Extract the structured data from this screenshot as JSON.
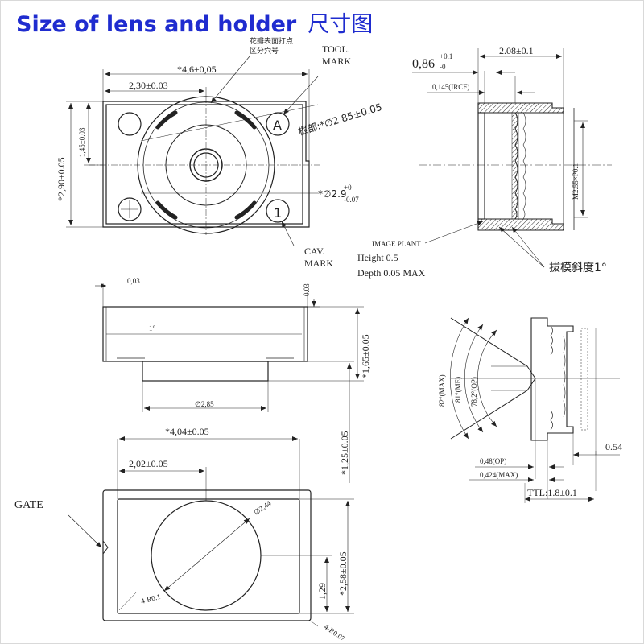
{
  "title": {
    "main": "Size of lens and holder",
    "cn": "尺寸图"
  },
  "colors": {
    "title": "#1f2ccf",
    "line": "#222222"
  },
  "top_view": {
    "width_dim": "*4,6±0,05",
    "half_width_dim": "2,30±0.03",
    "height_dim": "*2,90±0.05",
    "offset_dim": "1,45±0.03",
    "note_cn_1": "花瓣表面打点",
    "note_cn_2": "区分穴号",
    "tool_mark_1": "TOOL.",
    "tool_mark_2": "MARK",
    "root_dia": "根部:*∅2.85±0.05",
    "bore_dia": "*∅2.9",
    "bore_tol_up": "+0",
    "bore_tol_dn": "-0.07",
    "cav_mark_1": "CAV.",
    "cav_mark_2": "MARK",
    "mark_a": "A",
    "mark_1": "1"
  },
  "side_view": {
    "gap": "0,03",
    "gap_v": "0.03",
    "angle": "1°",
    "base_dia": "∅2,85",
    "height_dim": "*1,65±0.05",
    "step_dim": "*1,25±0.05"
  },
  "bottom_view": {
    "width_dim": "*4,04±0.05",
    "half_width_dim": "2,02±0.05",
    "height_dim": "*2,58±0.05",
    "offset_dim": "1,29",
    "circle_dia": "∅2,44",
    "gate": "GATE",
    "chamfer_1": "4-R0.1",
    "chamfer_2": "4-R0.07"
  },
  "lens_section": {
    "thickness": "0,86",
    "thickness_up": "+0.1",
    "thickness_dn": "-0",
    "width_dim": "2.08±0.1",
    "ircf": "0,145(IRCF)",
    "thread": "M2.55×P0.1",
    "image_plant": "IMAGE PLANT",
    "height": "Height 0.5",
    "depth": "Depth 0.05 MAX",
    "draft": "拔模斜度1°"
  },
  "fov_view": {
    "fov_max": "82°(MAX)",
    "fov_me": "81°(ME)",
    "fov_op": "78,2°(OP)",
    "bfl_op": "0,48(OP)",
    "bfl_max": "0,424(MAX)",
    "ttl": "TTL:1.8±0.1",
    "flange": "0.54"
  }
}
